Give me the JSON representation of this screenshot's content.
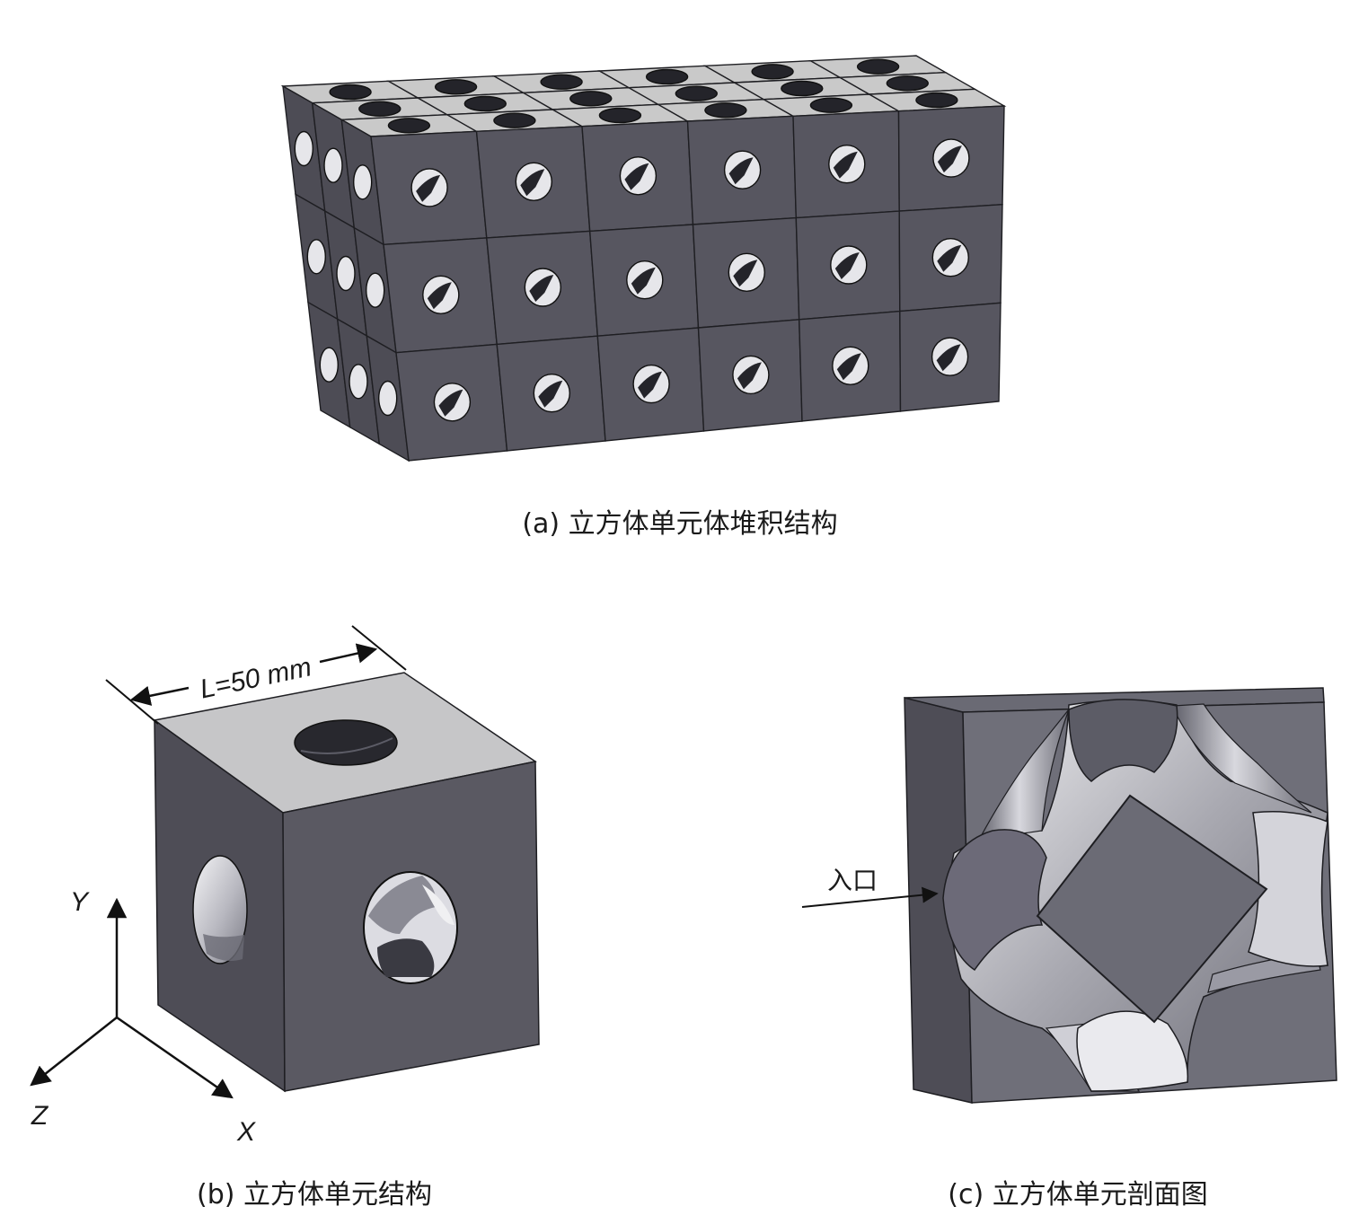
{
  "panels": {
    "a": {
      "caption": "(a) 立方体单元体堆积结构",
      "grid": {
        "columns": 6,
        "rows": 3,
        "depth": 3
      }
    },
    "b": {
      "caption": "(b) 立方体单元结构",
      "dimension_label": "L=50 mm",
      "axes": {
        "y": "Y",
        "z": "Z",
        "x": "X"
      }
    },
    "c": {
      "caption": "(c) 立方体单元剖面图",
      "inlet_label": "入口"
    }
  },
  "colors": {
    "front_face": "#575660",
    "side_face": "#4d4c55",
    "top_face": "#c9c9c9",
    "edge": "#1e1e22",
    "hole_dark": "#24242a",
    "hole_light": "#e6e6ea"
  }
}
